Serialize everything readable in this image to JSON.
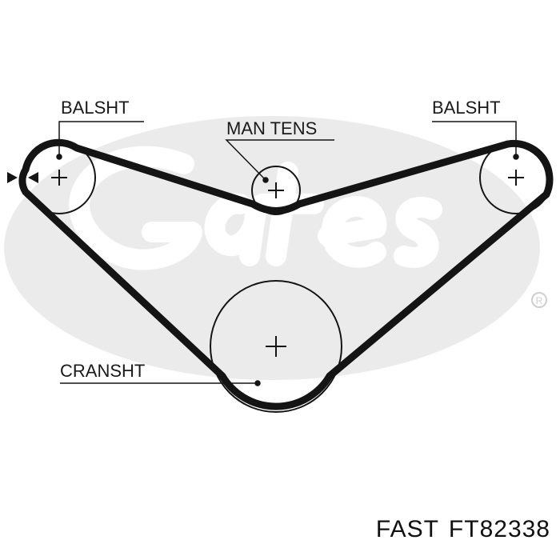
{
  "diagram": {
    "labels": {
      "balshaft_left": "BALSHT",
      "manual_tensioner": "MAN TENS",
      "balshaft_right": "BALSHT",
      "crankshaft": "CRANSHT"
    },
    "watermark": "Gates",
    "colors": {
      "belt": "#141414",
      "watermark": "#e8e8e8",
      "text": "#1a1a1a"
    }
  },
  "footer": {
    "brand": "FAST",
    "part_number": "FT82338"
  }
}
